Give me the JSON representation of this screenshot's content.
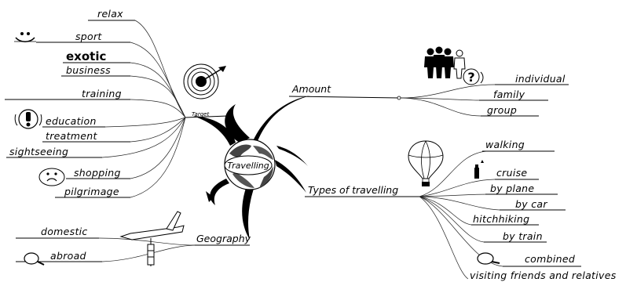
{
  "center": {
    "label": "Travelling"
  },
  "branches": {
    "target": {
      "label": "Target",
      "items": [
        "relax",
        "sport",
        "exotic",
        "business",
        "training",
        "education",
        "treatment",
        "sightseeing",
        "shopping",
        "pilgrimage"
      ]
    },
    "amount": {
      "label": "Amount",
      "items": [
        "individual",
        "family",
        "group"
      ]
    },
    "types": {
      "label": "Types of travelling",
      "items": [
        "walking",
        "cruise",
        "by plane",
        "by car",
        "hitchhiking",
        "by train",
        "combined",
        "visiting friends and relatives"
      ]
    },
    "geography": {
      "label": "Geography",
      "items": [
        "domestic",
        "abroad"
      ]
    }
  },
  "icons": [
    "smiley-icon",
    "target-icon",
    "exclamation-icon",
    "sad-face-icon",
    "people-icon",
    "question-icon",
    "balloon-icon",
    "bottle-icon",
    "plane-icon",
    "magnifier-icon",
    "globe-icon"
  ]
}
